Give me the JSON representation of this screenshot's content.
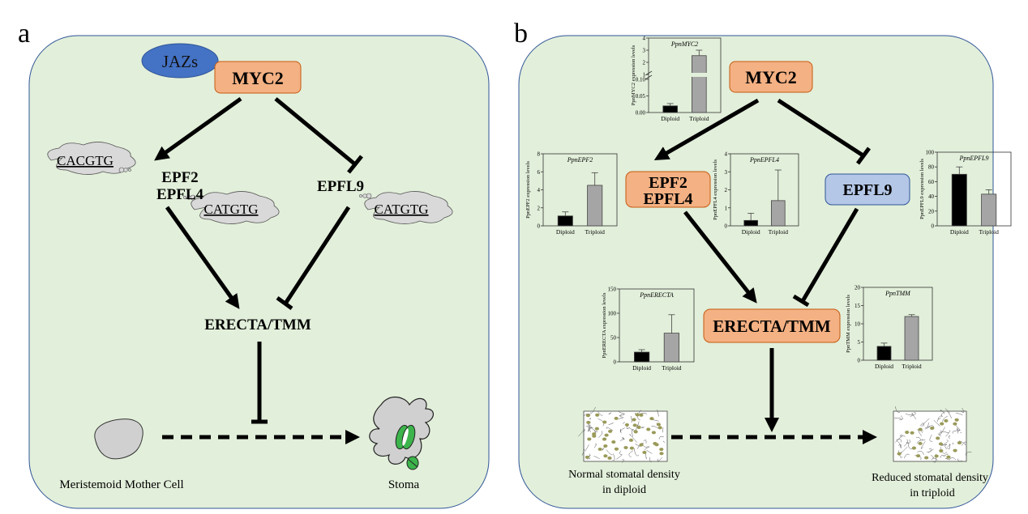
{
  "panel_a": {
    "letter": "a",
    "jazs": "JAZs",
    "myc2": "MYC2",
    "epf2": "EPF2",
    "epfl4": "EPFL4",
    "epfl9": "EPFL9",
    "erecta_tmm": "ERECTA/TMM",
    "motif_cacgtg": "CACGTG",
    "motif_catgtg_1": "CATGTG",
    "motif_catgtg_2": "CATGTG",
    "mother_cell_label": "Meristemoid Mother Cell",
    "stoma_label": "Stoma"
  },
  "panel_b": {
    "letter": "b",
    "myc2": "MYC2",
    "epf2": "EPF2",
    "epfl4": "EPFL4",
    "epfl9": "EPFL9",
    "erecta_tmm": "ERECTA/TMM",
    "diploid_label_1": "Normal stomatal density",
    "diploid_label_2": "in diploid",
    "triploid_label_1": "Reduced stomatal density",
    "triploid_label_2": "in triploid"
  },
  "colors": {
    "panel_bg": "#E2EFDA",
    "panel_border": "#2F5597",
    "orange_box": "#F4B183",
    "orange_border": "#C55A11",
    "blue_box": "#B4C7E7",
    "jazs_fill": "#4472C4",
    "diploid_bar": "#000000",
    "triploid_bar": "#A5A5A5",
    "guard_cell": "#3CB44B"
  },
  "chart_data": [
    {
      "type": "bar",
      "title": "PpnMYC2",
      "ylabel": "PpnMYC2 expression levels",
      "categories": [
        "Diploid",
        "Triploid"
      ],
      "values": [
        0.02,
        2.55
      ],
      "errors": [
        0.007,
        0.45
      ],
      "axis_break": true,
      "yticks_lower": [
        0.0,
        0.05,
        0.1
      ],
      "yticks_upper": [
        1,
        2,
        3,
        4
      ],
      "ylim": [
        0,
        4
      ]
    },
    {
      "type": "bar",
      "title": "PpnEPF2",
      "ylabel": "PpnEPF2 expression levels",
      "categories": [
        "Diploid",
        "Triploid"
      ],
      "values": [
        1.1,
        4.5
      ],
      "errors": [
        0.45,
        1.4
      ],
      "ylim": [
        0,
        8
      ],
      "yticks": [
        0,
        2,
        4,
        6,
        8
      ]
    },
    {
      "type": "bar",
      "title": "PpnEPFL4",
      "ylabel": "PpnEPFL4 expression levels",
      "categories": [
        "Diploid",
        "Triploid"
      ],
      "values": [
        0.3,
        1.4
      ],
      "errors": [
        0.4,
        1.7
      ],
      "ylim": [
        0,
        4
      ],
      "yticks": [
        0,
        1,
        2,
        3,
        4
      ]
    },
    {
      "type": "bar",
      "title": "PpnEPFL9",
      "ylabel": "PpnEPFL9 expression levels",
      "categories": [
        "Diploid",
        "Triploid"
      ],
      "values": [
        70,
        43
      ],
      "errors": [
        10,
        6
      ],
      "ylim": [
        0,
        100
      ],
      "yticks": [
        0,
        20,
        40,
        60,
        80,
        100
      ]
    },
    {
      "type": "bar",
      "title": "PpnERECTA",
      "ylabel": "PpnERECTA expression levels",
      "categories": [
        "Diploid",
        "Triploid"
      ],
      "values": [
        20,
        59
      ],
      "errors": [
        5,
        38
      ],
      "ylim": [
        0,
        150
      ],
      "yticks": [
        0,
        50,
        100,
        150
      ]
    },
    {
      "type": "bar",
      "title": "PpnTMM",
      "ylabel": "PpnTMM expression levels",
      "categories": [
        "Diploid",
        "Triploid"
      ],
      "values": [
        3.8,
        12
      ],
      "errors": [
        0.9,
        0.5
      ],
      "ylim": [
        0,
        20
      ],
      "yticks": [
        0,
        5,
        10,
        15,
        20
      ]
    }
  ]
}
